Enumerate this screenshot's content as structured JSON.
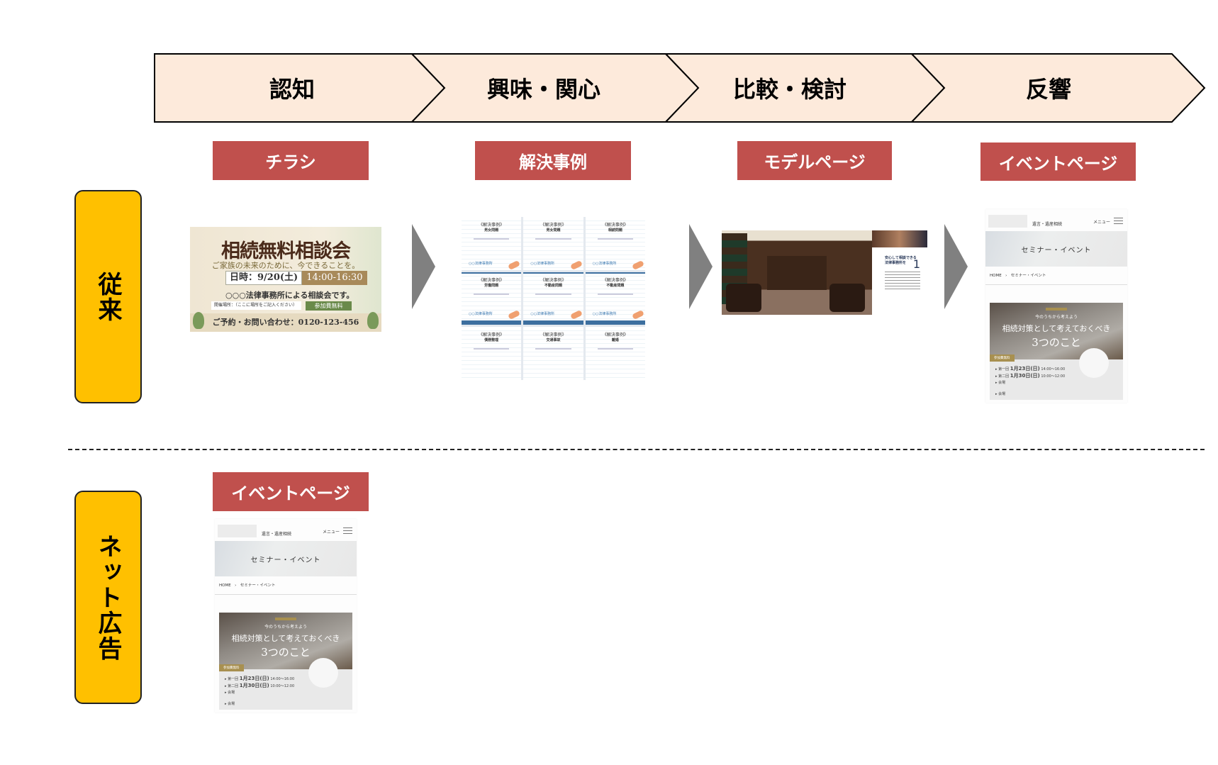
{
  "stages": [
    "認知",
    "興味・関心",
    "比較・検討",
    "反響"
  ],
  "media_labels": [
    "チラシ",
    "解決事例",
    "モデルページ",
    "イベントページ"
  ],
  "rows": {
    "traditional": "従来",
    "net_ad": "ネット広告",
    "net_ad_media_label": "イベントページ"
  },
  "flyer": {
    "title": "相続無料相談会",
    "subtitle": "ご家族の未来のために、今できることを。",
    "date_label": "日時：9/20(土)",
    "time": "14:00-16:30",
    "description": "○○○法律事務所による相談会です。",
    "place": "開催場所：（ここに場所をご記入ください）",
    "fee": "参加費無料",
    "contact": "ご予約・お問い合わせ：0120-123-456"
  },
  "cases": {
    "heading": "《解決事例》",
    "firm": "○○法律事務所",
    "categories": [
      "男女問題",
      "男女問題",
      "相続問題",
      "労働問題",
      "不動産問題",
      "不動産問題",
      "債務整理",
      "交通事故",
      "離婚"
    ]
  },
  "model_page": {
    "heading_line1": "安心して相談できる",
    "heading_line2": "法律事務所を",
    "number": "1"
  },
  "event_page": {
    "site_name": "遺言・遺産相続",
    "menu": "メニュー",
    "hero_title": "セミナー・イベント",
    "breadcrumb": "HOME　›　セミナー・イベント",
    "banner_kicker": "今のうちから考えよう",
    "banner_title": "相続対策として考えておくべき",
    "banner_title2": "3つのこと",
    "fee_badge": "参加費無料",
    "session1_label": "▸ 第一回",
    "session1_date": "1月23日(日)",
    "session1_time": "14:00〜16:00",
    "session2_label": "▸ 第二回",
    "session2_date": "1月30日(日)",
    "session2_time": "10:00〜12:00",
    "venue": "▸ 会場"
  },
  "colors": {
    "stage_fill": "#fdeadb",
    "label_red": "#c0504d",
    "row_yellow": "#ffc000",
    "arrow_gray": "#808080"
  }
}
